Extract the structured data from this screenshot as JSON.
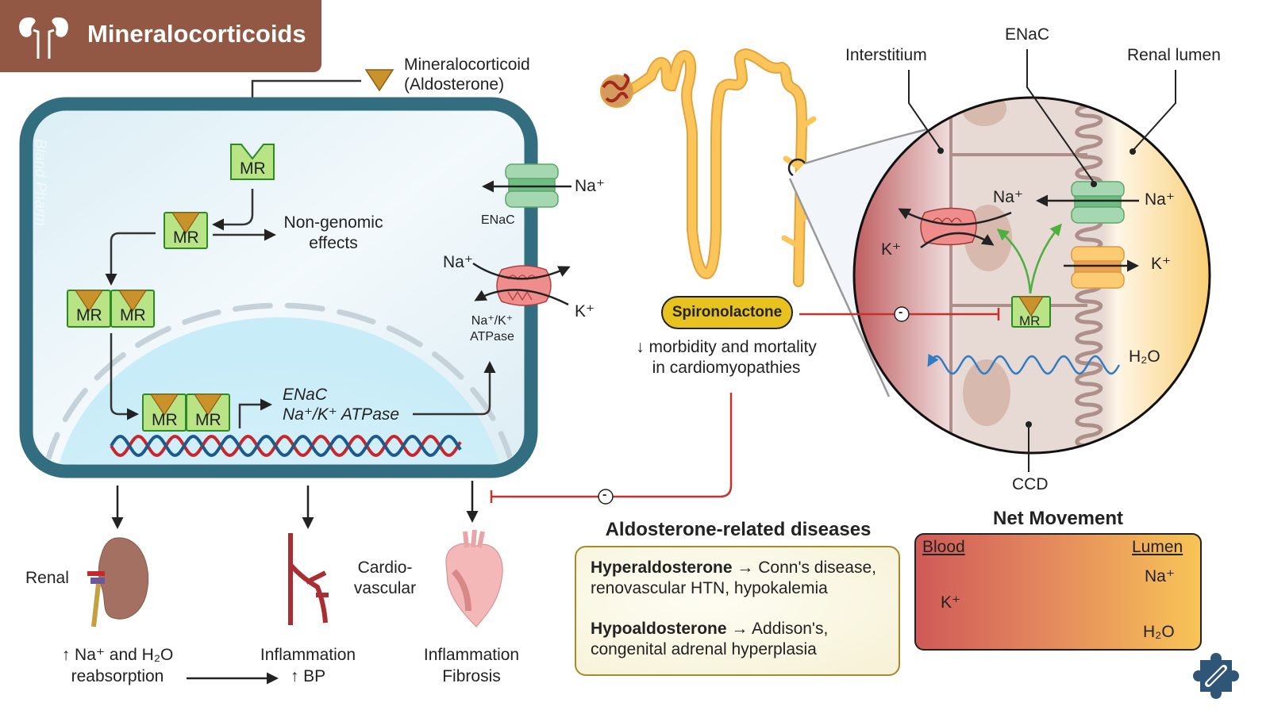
{
  "header": {
    "title": "Mineralocorticoids",
    "icon": "kidneys-icon"
  },
  "colors": {
    "header_bg": "#925843",
    "cell_membrane": "#336e80",
    "receptor_green": "#b8e486",
    "ligand_gold": "#c9922a",
    "pill_yellow": "#e8c21f",
    "inhibition_red": "#c9302c",
    "nephron_yellow": "#fbc55a"
  },
  "ligand": {
    "line1": "Mineralocorticoid",
    "line2": "(Aldosterone)"
  },
  "cell": {
    "watermark": "Bland Pharm",
    "receptor_label": "MR",
    "non_genomic": {
      "line1": "Non-genomic",
      "line2": "effects"
    },
    "genes": {
      "line1": "ENaC",
      "line2": "Na⁺/K⁺ ATPase"
    },
    "enac_label": "ENaC",
    "enac_ion": "Na⁺",
    "pump_na": "Na⁺",
    "pump_k": "K⁺",
    "pump_label_1": "Na⁺/K⁺",
    "pump_label_2": "ATPase"
  },
  "outcomes": [
    {
      "organ": "Renal",
      "icon": "kidney-icon",
      "line1": "↑ Na⁺ and H₂O",
      "line2": "reabsorption"
    },
    {
      "organ": "",
      "icon": "blood-vessel-icon",
      "line1": "Inflammation",
      "line2": "↑ BP"
    },
    {
      "organ_line1": "Cardio-",
      "organ_line2": "vascular",
      "icon": "heart-icon",
      "line1": "Inflammation",
      "line2": "Fibrosis"
    }
  ],
  "drug": {
    "name": "Spironolactone",
    "effect_line1": "↓ morbidity and mortality",
    "effect_line2": "in cardiomyopathies",
    "inhibit_symbol": "-"
  },
  "zoom_view": {
    "interstitium": "Interstitium",
    "enac": "ENaC",
    "renal_lumen": "Renal lumen",
    "ccd": "CCD",
    "na_in": "Na⁺",
    "na_out": "Na⁺",
    "k_left": "K⁺",
    "k_right": "K⁺",
    "h2o": "H₂O",
    "mr": "MR"
  },
  "diseases": {
    "title": "Aldosterone-related diseases",
    "items": [
      {
        "bold": "Hyperaldosterone",
        "arrow": " → ",
        "text1": "Conn's disease,",
        "text2": "renovascular HTN, hypokalemia"
      },
      {
        "bold": "Hypoaldosterone",
        "arrow": " → ",
        "text1": "Addison's,",
        "text2": "congenital adrenal hyperplasia"
      }
    ]
  },
  "net_movement": {
    "title": "Net Movement",
    "left_label": "Blood",
    "right_label": "Lumen",
    "rows": [
      {
        "ion": "Na⁺",
        "direction": "to-blood"
      },
      {
        "ion": "K⁺",
        "direction": "to-lumen"
      },
      {
        "ion": "H₂O",
        "direction": "to-blood"
      }
    ]
  },
  "logo": {
    "icon": "puzzle-pill-icon"
  }
}
